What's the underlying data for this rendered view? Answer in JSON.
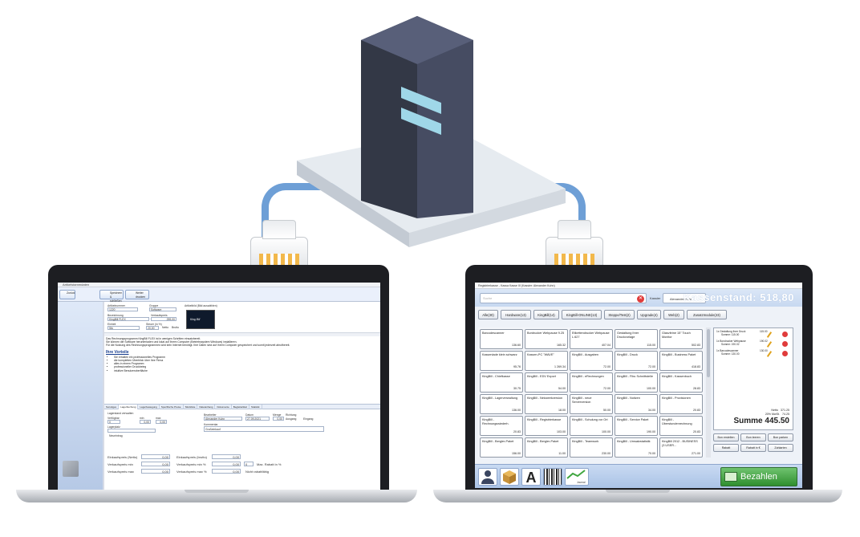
{
  "colors": {
    "cable": "#6e9fd6",
    "server": "#3e4357",
    "server_stripe": "#9fd7e8",
    "pay_button": "#3fa63f",
    "total_accent": "#ffffff"
  },
  "left_app": {
    "title": "Artikelstammdaten",
    "toolbar": {
      "back_label": "Zurück",
      "save_label": "Speichern & schließen",
      "more_label": "Weiter drucken"
    },
    "form": {
      "artikelnummer_label": "Artikelnummer",
      "artikelnummer_value": "1220",
      "gruppe_label": "Gruppe",
      "gruppe_value": "Software",
      "bild_label": "Artikelbild (Bild auswählen)",
      "bezeichnung_label": "Bezeichnung",
      "bezeichnung_value": "KingBill FLEX",
      "verkaufspreis_label": "Verkaufspreis",
      "verkaufspreis_value": "259,00",
      "einheit_label": "Einheit",
      "einheit_value": "Stk",
      "steuer_label": "Steuer (in %)",
      "steuer_value": "20,00",
      "netto_label": "Netto",
      "brutto_label": "Brutto",
      "image_caption": "King Bill",
      "desc_line1": "Das Rechnungsprogramm KingBill FLEX ist in wenigen Schritten einsatzbereit.",
      "desc_line2": "Sie können die Software herunterladen und lokal auf Ihrem Computer (Betriebssystem Windows) installieren.",
      "desc_line3": "Für die Nutzung des Rechnungsprogrammes wird kein Internet benötigt. Ihre Daten sind auf Ihrem Computer gespeichert und somit jederzeit abrufbereit.",
      "heading": "Ihre Vorteile",
      "bullets": [
        "Sie erhalten ein professionelles Programm",
        "die kompletten Überblick über Ihre Firma",
        "alles in einem Programm",
        "professioneller Druckbeleg",
        "intuitive Benutzeroberfläche"
      ]
    },
    "tabs": [
      "Sonstiges",
      "Lagerbuchung",
      "Lagerbewegung",
      "Spezifische Preise",
      "Stückliste",
      "Dateianhang",
      "Dokumente",
      "Begleitartikel",
      "Statistik"
    ],
    "stock": {
      "checkbox_label": "Lagerstand verwalten",
      "verfuegbar_label": "Verfügbar",
      "verfuegbar_value": "0",
      "min_label": "min",
      "min_value": "0,00",
      "max_label": "max",
      "max_value": "0,00",
      "lagerplatz_label": "Lagerplatz",
      "neu_label": "Neueintrag",
      "bearbeiter_label": "Bearbeiter",
      "bearbeiter_value": "Alexander Kuhn",
      "datum_label": "Datum",
      "datum_value": "27.09.2021",
      "menge_label": "Menge",
      "menge_value": "0,00",
      "richtung_label": "Richtung",
      "ausgang_label": "Ausgang",
      "eingang_label": "Eingang",
      "kommentar_label": "Kommentar",
      "kommentar_value": "Großeinkauf"
    },
    "prices": {
      "ek_netto_label": "Einkaufspreis (Netto)",
      "ek_netto_value": "0,00",
      "ek_brutto_label": "Einkaufspreis (brutto)",
      "ek_brutto_value": "0,00",
      "vk_min_label": "Verkaufspreis min",
      "vk_min_value": "0,00",
      "vk_min_pct_label": "Verkaufspreis min %",
      "vk_min_pct_value": "0,00",
      "rabatt_value": "0",
      "rabatt_label": "Max. Rabatt in %",
      "vk_max_label": "Verkaufspreis max",
      "vk_max_value": "0,00",
      "vk_max_pct_label": "Verkaufspreis max %",
      "vk_max_pct_value": "0,00",
      "nicht_label": "Nicht rabattfähig"
    }
  },
  "right_app": {
    "title": "Registrierkasse - Kassa Kasse III (Kassier: Alexander Kuhn)",
    "search_placeholder": "Suche",
    "kassier_label": "Kassier",
    "kassier_value": "Alexander Kuhn",
    "big_title": "Kassenstand: 518,80",
    "categories": [
      "Alle(30)",
      "Hardware(13)",
      "KingBill(14)",
      "KingBill-ONLINE(13)",
      "Steppe/Test(2)",
      "Upgrade(4)",
      "Web(2)",
      "Zusatzmodule(23)"
    ],
    "tiles": [
      {
        "name": "Barcodescanner",
        "price": "136.60"
      },
      {
        "name": "Bordrucker Webpause 9.25",
        "price": "165.32"
      },
      {
        "name": "Etikettendrucker Webpause L.627",
        "price": "407.04"
      },
      {
        "name": "Gestaltung Ihrer Druckvorlage",
        "price": "115.00"
      },
      {
        "name": "Glasvitrine 15\" Touch Monitor",
        "price": "502.83"
      },
      {
        "name": "Kassenlade klein schwarz",
        "price": "95.76"
      },
      {
        "name": "Kassen-PC \"WAVE\"",
        "price": "1 269.34"
      },
      {
        "name": "KingBill - Ausgaben",
        "price": "72.00"
      },
      {
        "name": "KingBill - Druck",
        "price": "72.00"
      },
      {
        "name": "KingBill - Business Paket",
        "price": "418.83"
      },
      {
        "name": "KingBill - Chiefkasse",
        "price": "30.75"
      },
      {
        "name": "KingBill - EDV Export",
        "price": "54.00"
      },
      {
        "name": "KingBill - eRechnungen",
        "price": "72.00"
      },
      {
        "name": "KingBill - Fibu Schnittstelle",
        "price": "100.00"
      },
      {
        "name": "KingBill - Kassenbuch",
        "price": "28.83"
      },
      {
        "name": "KingBill - Lagerverwaltung",
        "price": "136.00"
      },
      {
        "name": "KingBill - Netzwerkversion",
        "price": "18.00"
      },
      {
        "name": "KingBill - neue Serverversion",
        "price": "50.00"
      },
      {
        "name": "KingBill - Notizen",
        "price": "34.00"
      },
      {
        "name": "KingBill - Provisionen",
        "price": "20.83"
      },
      {
        "name": "KingBill - Rechnungswiederh.",
        "price": "20.83"
      },
      {
        "name": "KingBill - Registrierkasse",
        "price": "103.00"
      },
      {
        "name": "KingBill - Schulung vor Ort",
        "price": "100.00"
      },
      {
        "name": "KingBill - Service Paket",
        "price": "190.00"
      },
      {
        "name": "KingBill - Überstundenrechnung",
        "price": "20.83"
      },
      {
        "name": "KingBill - Bergler-Paket",
        "price": "156.00"
      },
      {
        "name": "KingBill - Bergler-Paket",
        "price": "11.00"
      },
      {
        "name": "KingBill - Teamwork",
        "price": "230.00"
      },
      {
        "name": "KingBill - Umsatzstatistik",
        "price": "70.00"
      },
      {
        "name": "KingBill 2012 - BUSINESS (3 USER...",
        "price": "271.00"
      }
    ],
    "cart": [
      {
        "qty": "1x",
        "name": "Gestaltung Ihrer Druck",
        "sub": "Summe: 115.00",
        "price": "115.00"
      },
      {
        "qty": "1x",
        "name": "Bondrucker Webpause",
        "sub": "Summe: 190.02",
        "price": "190.02"
      },
      {
        "qty": "1x",
        "name": "Barcodescanner",
        "sub": "Summe: 130.00",
        "price": "130.00"
      }
    ],
    "netto_label": "Netto",
    "netto_value": "371.25",
    "mwst_label": "20% MwSt.",
    "mwst_value": "74.25",
    "summe_label": "Summe",
    "summe_value": "445.50",
    "actions": [
      "Bon erstellen",
      "Bon leeren",
      "Bon parken",
      "Rabatt",
      "Rabatt in €",
      "Zahlarten"
    ],
    "footer_icons": [
      "person-icon",
      "box-icon",
      "font-icon",
      "barcode-icon",
      "journal-icon"
    ],
    "journal_label": "Journal",
    "pay_label": "Bezahlen"
  }
}
